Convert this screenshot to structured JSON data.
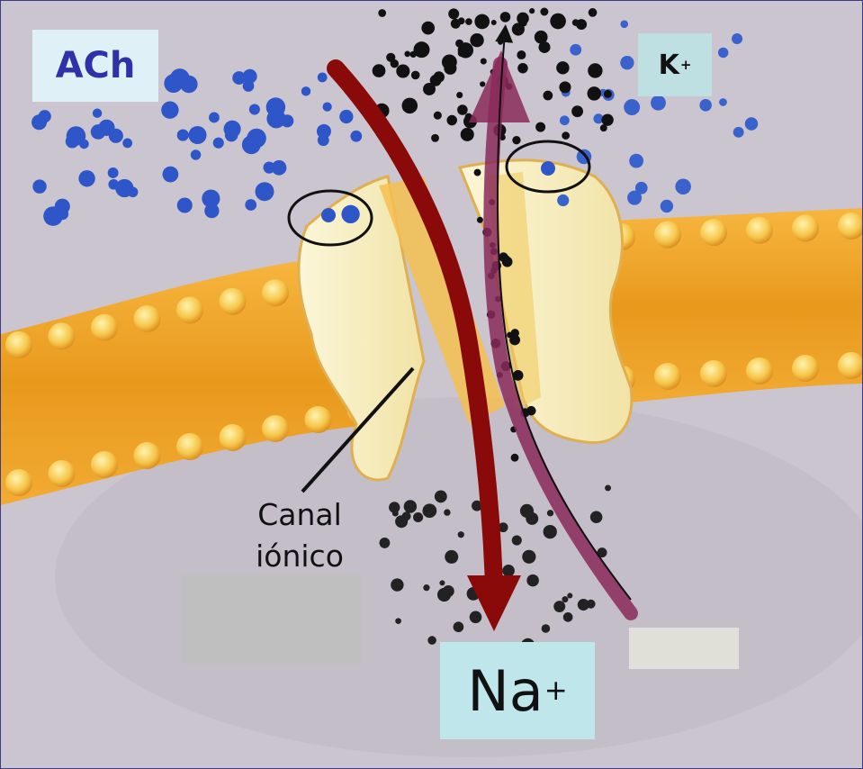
{
  "labels": {
    "ach": "ACh",
    "k": "K",
    "k_sup": "+",
    "na": "Na",
    "na_sup": "+",
    "canal_line1": "Canal",
    "canal_line2": "iónico"
  },
  "colors": {
    "background": "#c9c3cc",
    "membrane": "#f0a830",
    "channel_protein": "#f6efc4",
    "sodium_arrow": "#8a0a0a",
    "potassium_arrow": "#8a2a5a",
    "ach_molecule": "#2f56c8",
    "ion_dot": "#111111"
  },
  "icons": [
    "na-inward-arrow",
    "k-outward-arrow",
    "ach-binding-site-circle"
  ]
}
